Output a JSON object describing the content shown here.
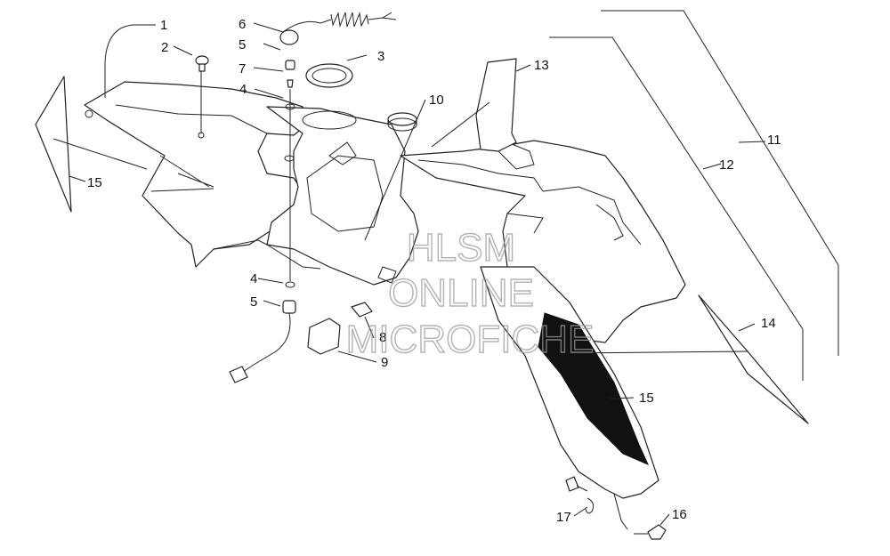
{
  "diagram": {
    "callouts": [
      {
        "id": "c1",
        "text": "1"
      },
      {
        "id": "c2",
        "text": "2"
      },
      {
        "id": "c3",
        "text": "3"
      },
      {
        "id": "c4a",
        "text": "4"
      },
      {
        "id": "c4b",
        "text": "4"
      },
      {
        "id": "c5a",
        "text": "5"
      },
      {
        "id": "c5b",
        "text": "5"
      },
      {
        "id": "c6",
        "text": "6"
      },
      {
        "id": "c7",
        "text": "7"
      },
      {
        "id": "c8",
        "text": "8"
      },
      {
        "id": "c9",
        "text": "9"
      },
      {
        "id": "c10",
        "text": "10"
      },
      {
        "id": "c11",
        "text": "11"
      },
      {
        "id": "c12",
        "text": "12"
      },
      {
        "id": "c13",
        "text": "13"
      },
      {
        "id": "c14",
        "text": "14"
      },
      {
        "id": "c15a",
        "text": "15"
      },
      {
        "id": "c15b",
        "text": "15"
      },
      {
        "id": "c16",
        "text": "16"
      },
      {
        "id": "c17",
        "text": "17"
      }
    ]
  },
  "watermark": {
    "line1": "HLSM",
    "line2": "ONLINE",
    "line3": "MICROFICHE",
    "color": "#9a9a9a"
  }
}
